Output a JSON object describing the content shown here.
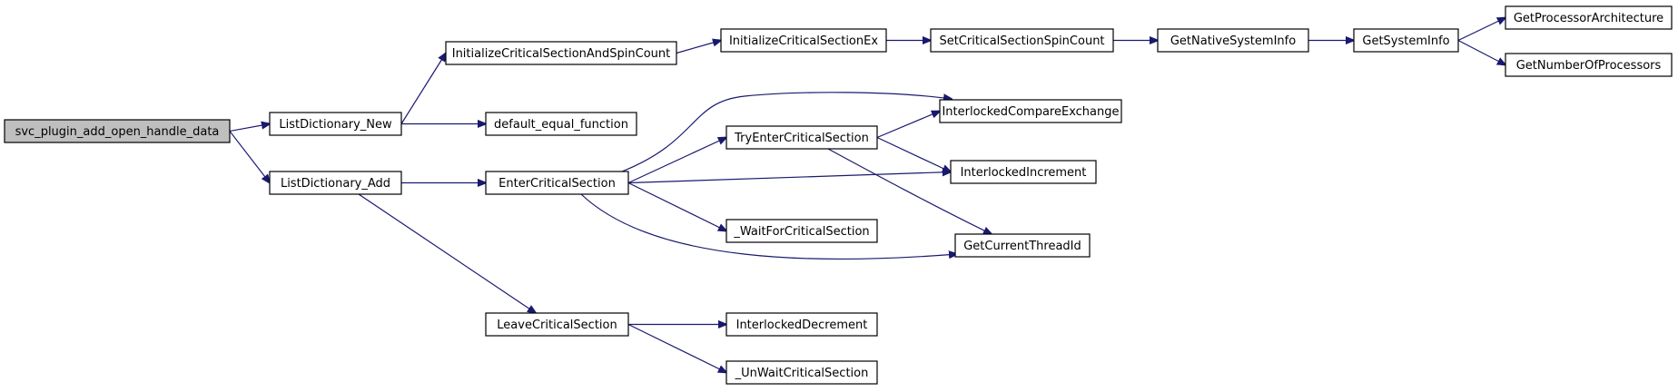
{
  "graph": {
    "nodes": [
      {
        "id": "svc",
        "label": "svc_plugin_add_open_handle_data",
        "root": true
      },
      {
        "id": "ldnew",
        "label": "ListDictionary_New"
      },
      {
        "id": "ldadd",
        "label": "ListDictionary_Add"
      },
      {
        "id": "icsasc",
        "label": "InitializeCriticalSectionAndSpinCount"
      },
      {
        "id": "defeq",
        "label": "default_equal_function"
      },
      {
        "id": "ecs",
        "label": "EnterCriticalSection"
      },
      {
        "id": "lcs",
        "label": "LeaveCriticalSection"
      },
      {
        "id": "icsex",
        "label": "InitializeCriticalSectionEx"
      },
      {
        "id": "tecs",
        "label": "TryEnterCriticalSection"
      },
      {
        "id": "wfcs",
        "label": "_WaitForCriticalSection"
      },
      {
        "id": "idec",
        "label": "InterlockedDecrement"
      },
      {
        "id": "uwcs",
        "label": "_UnWaitCriticalSection"
      },
      {
        "id": "scssc",
        "label": "SetCriticalSectionSpinCount"
      },
      {
        "id": "ice",
        "label": "InterlockedCompareExchange"
      },
      {
        "id": "iinc",
        "label": "InterlockedIncrement"
      },
      {
        "id": "gcti",
        "label": "GetCurrentThreadId"
      },
      {
        "id": "gnsi",
        "label": "GetNativeSystemInfo"
      },
      {
        "id": "gsi",
        "label": "GetSystemInfo"
      },
      {
        "id": "gpa",
        "label": "GetProcessorArchitecture"
      },
      {
        "id": "gnop",
        "label": "GetNumberOfProcessors"
      }
    ],
    "edges": [
      [
        "svc",
        "ldnew"
      ],
      [
        "svc",
        "ldadd"
      ],
      [
        "ldnew",
        "icsasc"
      ],
      [
        "ldnew",
        "defeq"
      ],
      [
        "ldadd",
        "ecs"
      ],
      [
        "ldadd",
        "lcs"
      ],
      [
        "icsasc",
        "icsex"
      ],
      [
        "icsex",
        "scssc"
      ],
      [
        "scssc",
        "gnsi"
      ],
      [
        "gnsi",
        "gsi"
      ],
      [
        "gsi",
        "gpa"
      ],
      [
        "gsi",
        "gnop"
      ],
      [
        "ecs",
        "ice"
      ],
      [
        "ecs",
        "tecs"
      ],
      [
        "ecs",
        "iinc"
      ],
      [
        "ecs",
        "wfcs"
      ],
      [
        "ecs",
        "gcti"
      ],
      [
        "tecs",
        "ice"
      ],
      [
        "tecs",
        "iinc"
      ],
      [
        "tecs",
        "gcti"
      ],
      [
        "lcs",
        "idec"
      ],
      [
        "lcs",
        "uwcs"
      ]
    ]
  }
}
